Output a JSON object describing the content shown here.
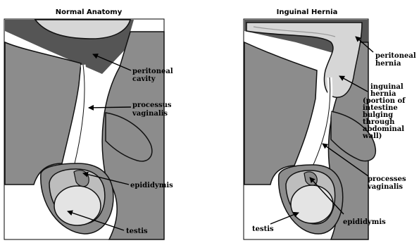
{
  "panels": [
    {
      "title": "Normal Anatomy",
      "labels": {
        "peritoneal": [
          "peritoneal",
          "cavity"
        ],
        "processus": [
          "processus",
          "vaginalis"
        ],
        "epididymis": [
          "epididymis"
        ],
        "testis": [
          "testis"
        ]
      }
    },
    {
      "title": "Inguinal Hernia",
      "labels": {
        "peritoneal": [
          "peritoneal",
          "hernia"
        ],
        "inguinal": [
          "inguinal",
          "hernia",
          "(portion of",
          "intestine",
          "bulging",
          "through",
          "abdominal",
          "wall)"
        ],
        "processes": [
          "processes",
          "vaginalis"
        ],
        "epididymis": [
          "epididymis"
        ],
        "testis": [
          "testis"
        ]
      }
    }
  ],
  "colors": {
    "body_gray": "#8c8c8c",
    "dark_gray": "#555555",
    "light_gray": "#bdbdbd",
    "intestine": "#d6d6d6",
    "testis": "#e4e4e4",
    "outline": "#111111",
    "background": "#ffffff"
  }
}
